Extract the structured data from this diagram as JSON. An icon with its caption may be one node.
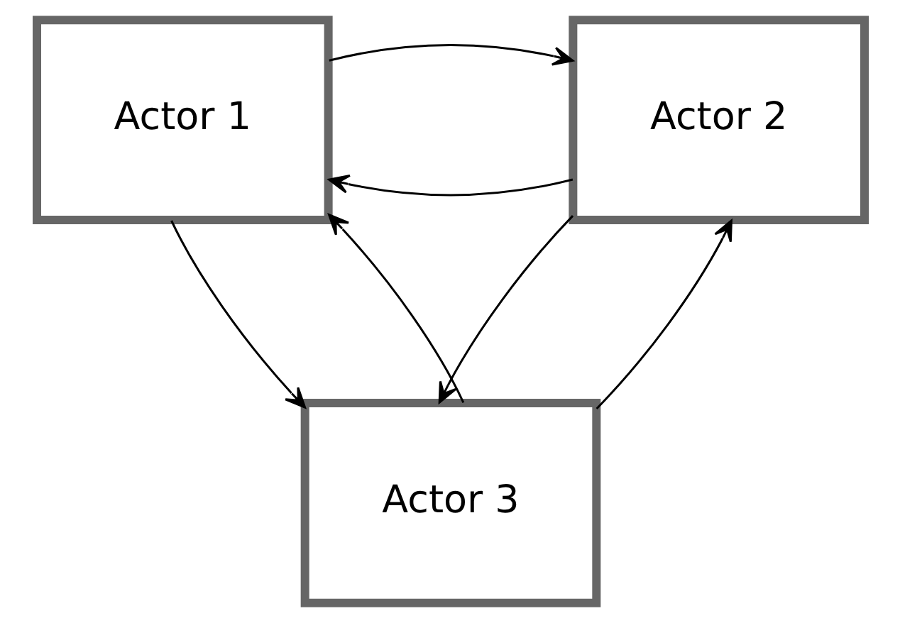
{
  "diagram": {
    "nodes": [
      {
        "text": [
          "Actor 1"
        ]
      },
      {
        "text": [
          "Actor 2"
        ]
      },
      {
        "text": [
          "Actor 3"
        ]
      }
    ],
    "edges": [
      {
        "from": 1,
        "to": 0,
        "arrow": "to"
      },
      {
        "from": 0,
        "to": 1,
        "arrow": "to"
      },
      {
        "from": 0,
        "to": 2,
        "arrow": "to"
      },
      {
        "from": 2,
        "to": 0,
        "arrow": "to"
      },
      {
        "from": 2,
        "to": 1,
        "arrow": "to"
      },
      {
        "from": 1,
        "to": 2,
        "arrow": "to"
      }
    ]
  }
}
